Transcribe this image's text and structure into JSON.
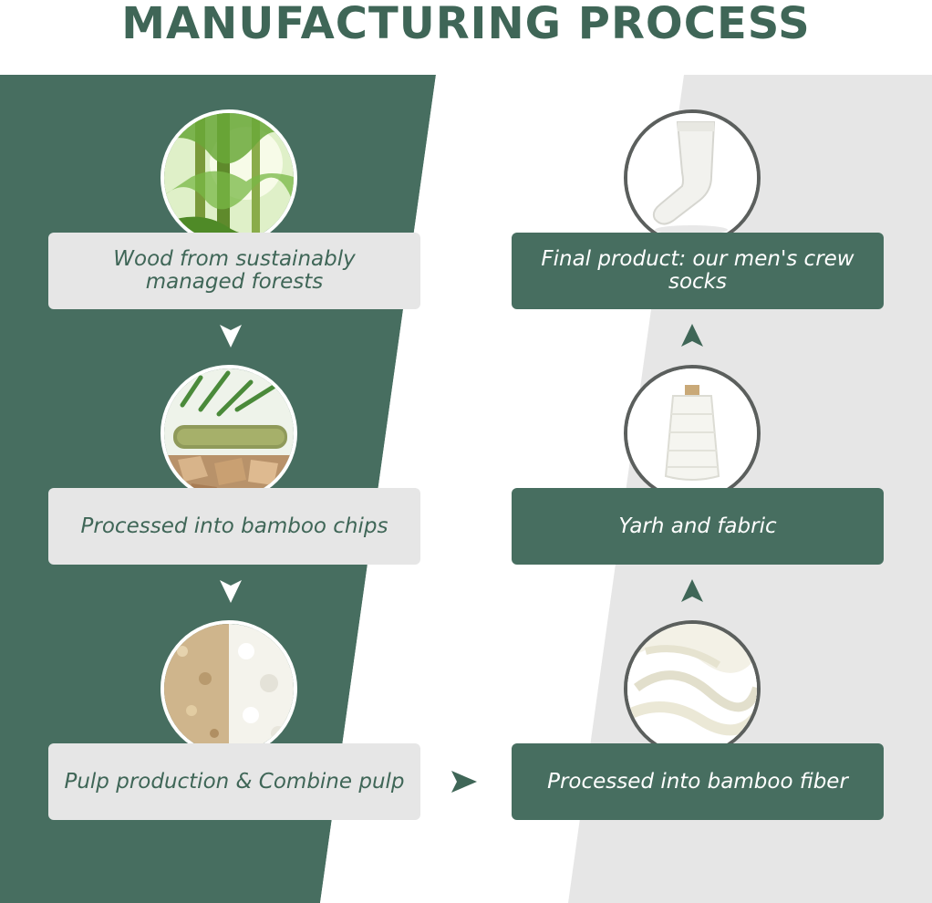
{
  "title": "MANUFACTURING PROCESS",
  "colors": {
    "brand_green": "#476e60",
    "light_gray": "#e6e6e6",
    "text_green": "#3f6657",
    "white": "#ffffff"
  },
  "steps": {
    "wood": {
      "label": "Wood from sustainably managed forests",
      "icon": "bamboo-forest-icon"
    },
    "chips": {
      "label": "Processed into bamboo chips",
      "icon": "bamboo-chips-icon"
    },
    "pulp": {
      "label": "Pulp production & Combine pulp",
      "icon": "pulp-icon"
    },
    "fiber": {
      "label": "Processed into bamboo fiber",
      "icon": "bamboo-fiber-icon"
    },
    "yarn": {
      "label": "Yarh and  fabric",
      "icon": "yarn-cone-icon"
    },
    "final": {
      "label": "Final product: our men's crew socks",
      "icon": "crew-sock-icon"
    }
  }
}
